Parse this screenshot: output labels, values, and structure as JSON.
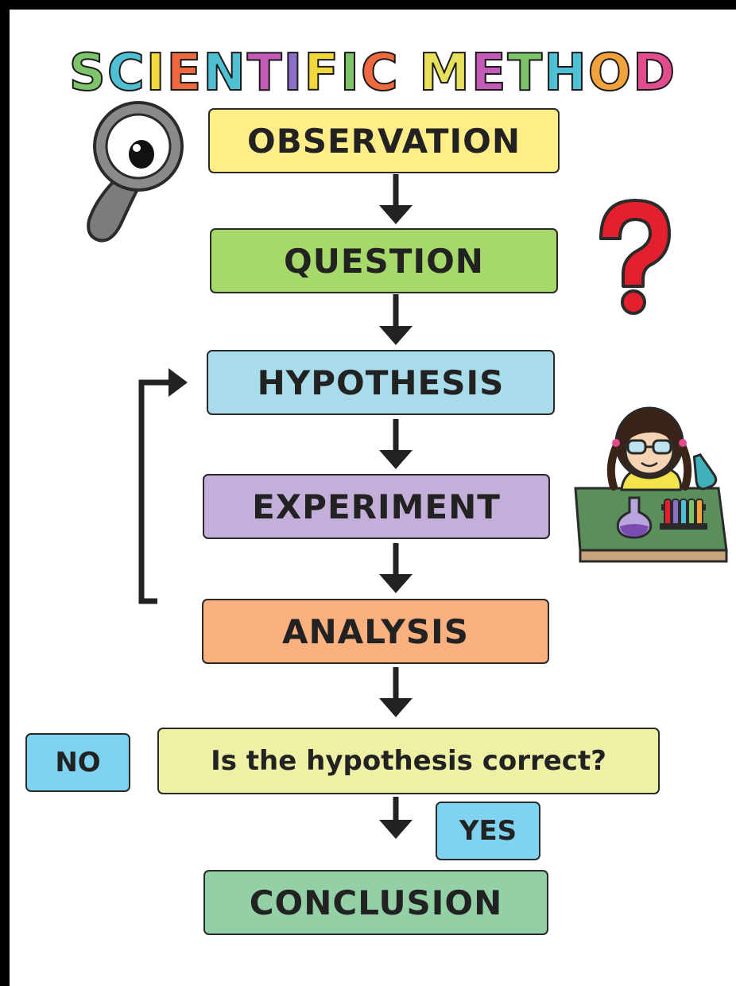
{
  "title": {
    "letters": [
      {
        "ch": "S",
        "color": "#7DC46A"
      },
      {
        "ch": "C",
        "color": "#4FBFD4"
      },
      {
        "ch": "I",
        "color": "#F2D83C"
      },
      {
        "ch": "E",
        "color": "#EE6A3E"
      },
      {
        "ch": "N",
        "color": "#4FBFD4"
      },
      {
        "ch": "T",
        "color": "#C55BB8"
      },
      {
        "ch": "I",
        "color": "#8E6FC7"
      },
      {
        "ch": "F",
        "color": "#F2D83C"
      },
      {
        "ch": "I",
        "color": "#7DC46A"
      },
      {
        "ch": "C",
        "color": "#EE6A3E"
      },
      {
        "ch": " ",
        "color": "#ffffff"
      },
      {
        "ch": "M",
        "color": "#E8E05A"
      },
      {
        "ch": "E",
        "color": "#C55BB8"
      },
      {
        "ch": "T",
        "color": "#7DC46A"
      },
      {
        "ch": "H",
        "color": "#4FBFD4"
      },
      {
        "ch": "O",
        "color": "#F2A23C"
      },
      {
        "ch": "D",
        "color": "#E24B8E"
      }
    ]
  },
  "steps": {
    "observation": {
      "label": "OBSERVATION",
      "color": "#FFEE88"
    },
    "question": {
      "label": "QUESTION",
      "color": "#A7D86A"
    },
    "hypothesis": {
      "label": "HYPOTHESIS",
      "color": "#A8DCEA"
    },
    "experiment": {
      "label": "EXPERIMENT",
      "color": "#C3AFDA"
    },
    "analysis": {
      "label": "ANALYSIS",
      "color": "#FBB07F"
    },
    "decision": {
      "label": "Is the hypothesis correct?",
      "color": "#EDF0A5"
    },
    "conclusion": {
      "label": "CONCLUSION",
      "color": "#93D0A6"
    }
  },
  "branches": {
    "no": {
      "label": "NO",
      "color": "#7FD3F0"
    },
    "yes": {
      "label": "YES",
      "color": "#7FD3F0"
    }
  },
  "icons": [
    "magnifying-glass-icon",
    "question-mark-icon",
    "scientist-girl-icon"
  ]
}
